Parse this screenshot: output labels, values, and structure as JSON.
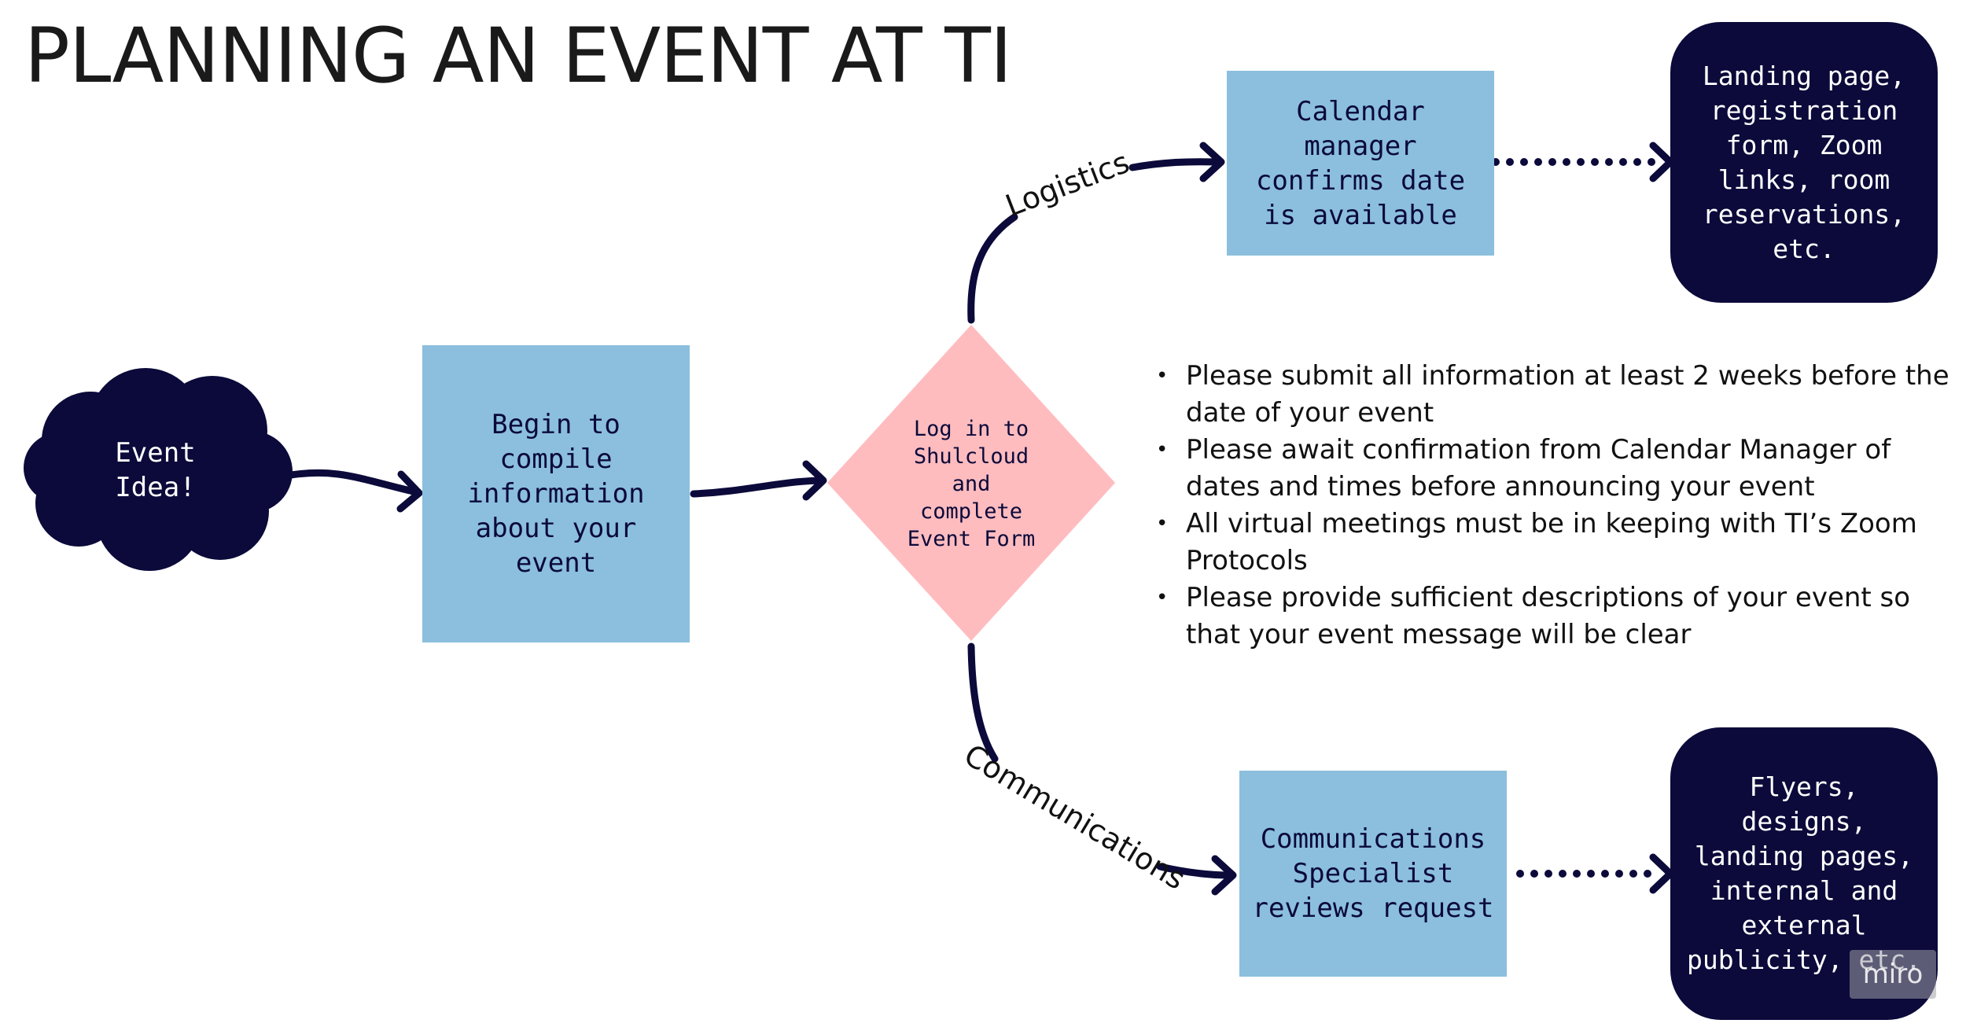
{
  "title": "PLANNING AN EVENT AT TI",
  "nodes": {
    "event_idea": "Event\nIdea!",
    "compile_info": "Begin to\ncompile\ninformation\nabout your\nevent",
    "log_in": "Log in to\nShulcloud\nand\ncomplete\nEvent Form",
    "calendar_manager": "Calendar\nmanager\nconfirms date\nis available",
    "logistics_result": "Landing page,\nregistration\nform, Zoom\nlinks, room\nreservations,\netc.",
    "comms_specialist": "Communications\nSpecialist\nreviews request",
    "comms_result": "Flyers,\ndesigns,\nlanding pages,\ninternal and\nexternal\npublicity, etc."
  },
  "edge_labels": {
    "logistics": "Logistics",
    "communications": "Communications"
  },
  "notes": [
    "Please submit all information at least 2 weeks before the date of your event",
    "Please await confirmation from Calendar Manager of dates and times before announcing your event",
    "All virtual meetings must be in keeping with TI’s Zoom Protocols",
    "Please provide sufficient descriptions of your event so that your event message will be clear"
  ],
  "watermark": "miro",
  "colors": {
    "navy": "#0b0a3a",
    "blue_box": "#8bbfdd",
    "pink_diamond": "#ffbcbf",
    "white": "#ffffff"
  }
}
